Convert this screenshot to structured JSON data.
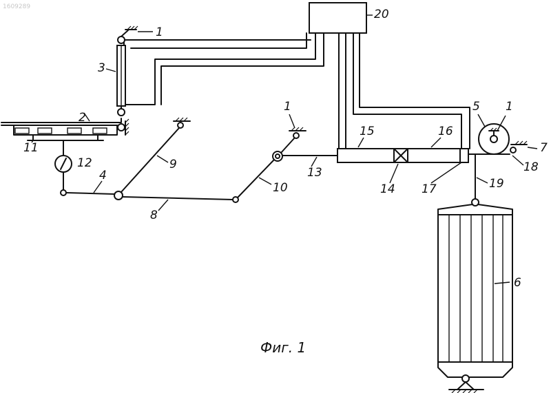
{
  "watermark": "1609289",
  "caption": "Фиг. 1",
  "labels": {
    "l1a": "1",
    "l1b": "1",
    "l1c": "1",
    "l2": "2",
    "l3": "3",
    "l4": "4",
    "l5": "5",
    "l6": "6",
    "l7": "7",
    "l8": "8",
    "l9": "9",
    "l10": "10",
    "l11": "11",
    "l12": "12",
    "l13": "13",
    "l14": "14",
    "l15": "15",
    "l16": "16",
    "l17": "17",
    "l18": "18",
    "l19": "19",
    "l20": "20"
  }
}
